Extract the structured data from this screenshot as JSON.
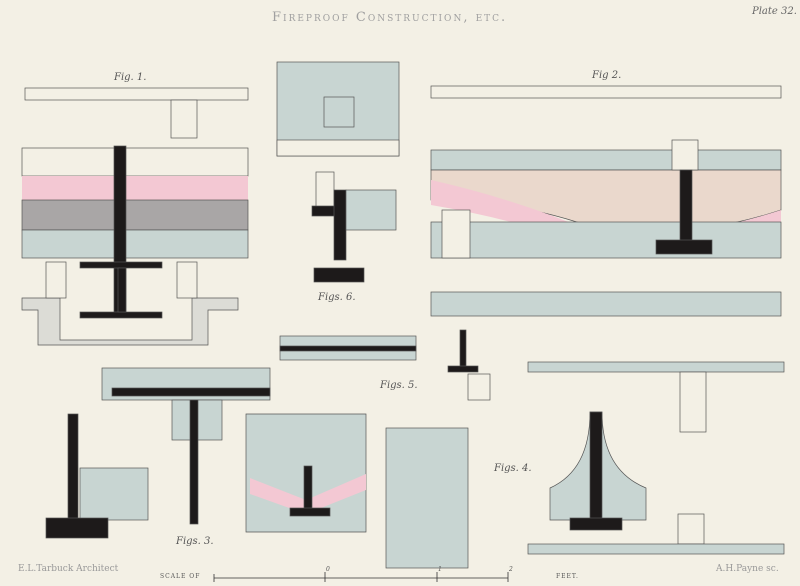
{
  "header": {
    "title": "Fireproof Construction, etc.",
    "plate": "Plate 32."
  },
  "figures": {
    "fig1": "Fig. 1.",
    "fig2": "Fig 2.",
    "fig6": "Figs. 6.",
    "fig5": "Figs. 5.",
    "fig3": "Figs. 3.",
    "fig4": "Figs. 4."
  },
  "footer": {
    "architect": "E.L.Tarbuck Architect",
    "engraver": "A.H.Payne sc.",
    "scale_label": "SCALE OF",
    "scale_unit": "FEET.",
    "scale_marks": [
      "0",
      "1",
      "2"
    ]
  },
  "colors": {
    "paper": "#f3f0e5",
    "stone": "#c8d5d2",
    "pink": "#f3c8d3",
    "iron": "#1d1a1a",
    "concrete": "#ead8cc"
  }
}
